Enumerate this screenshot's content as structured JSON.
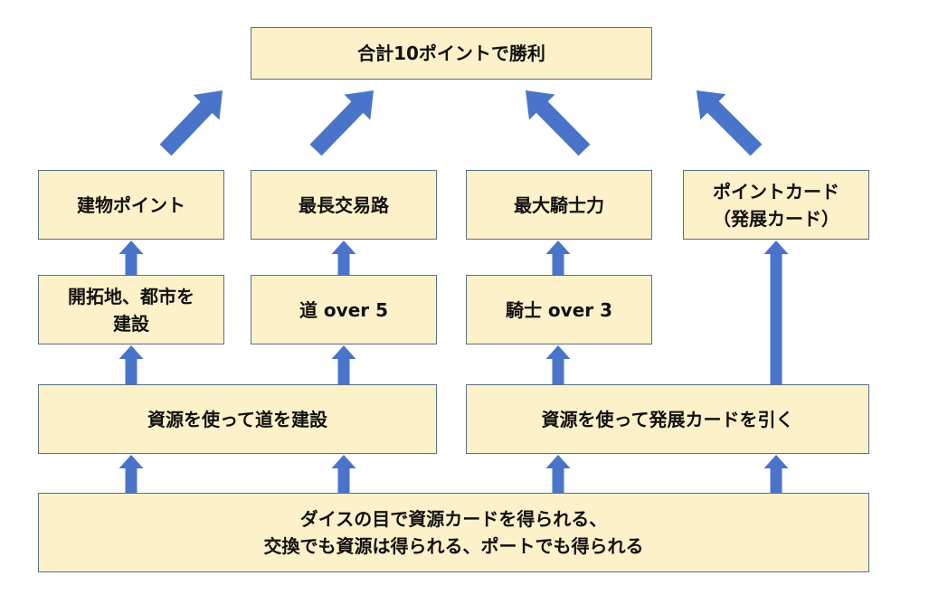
{
  "colors": {
    "box_fill": "#fdf1c9",
    "box_border": "#5b6f86",
    "arrow": "#4a74c9"
  },
  "top": {
    "goal": "合計10ポイントで勝利"
  },
  "categories": {
    "building_points": "建物ポイント",
    "longest_road": "最長交易路",
    "largest_army": "最大騎士力",
    "point_cards": "ポイントカード\n（発展カード）"
  },
  "conditions": {
    "build": "開拓地、都市を\n建設",
    "roads": "道 over 5",
    "knights": "騎士 over 3"
  },
  "actions": {
    "build_roads": "資源を使って道を建設",
    "draw_cards": "資源を使って発展カードを引く"
  },
  "base": {
    "resources": "ダイスの目で資源カードを得られる、\n交換でも資源は得られる、ポートでも得られる"
  }
}
